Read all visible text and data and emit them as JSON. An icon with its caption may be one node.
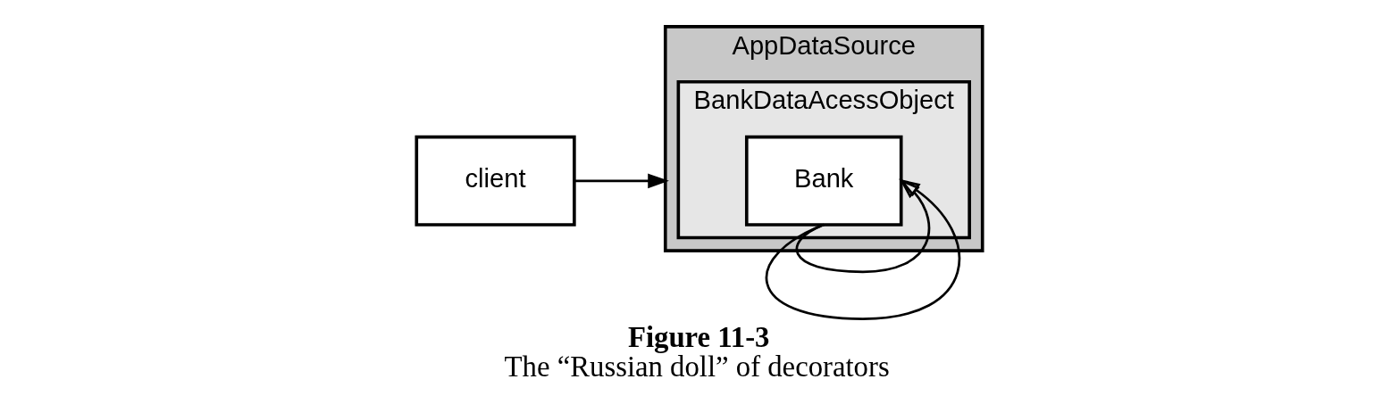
{
  "diagram": {
    "title": "Figure 11-3",
    "caption": "The “Russian doll” of decorators",
    "nodes": [
      {
        "text": [
          "client"
        ]
      },
      {
        "text": [
          "AppDataSource"
        ]
      },
      {
        "text": [
          "BankDataAcessObject"
        ],
        "in": 1
      },
      {
        "text": [
          "Bank"
        ],
        "in": 2
      }
    ],
    "edges": [
      {
        "from": 0,
        "to": 1,
        "arrow": "to"
      },
      {
        "from": 1,
        "to": 3,
        "arrow": "to"
      },
      {
        "from": 2,
        "to": 3,
        "arrow": "to"
      }
    ]
  }
}
